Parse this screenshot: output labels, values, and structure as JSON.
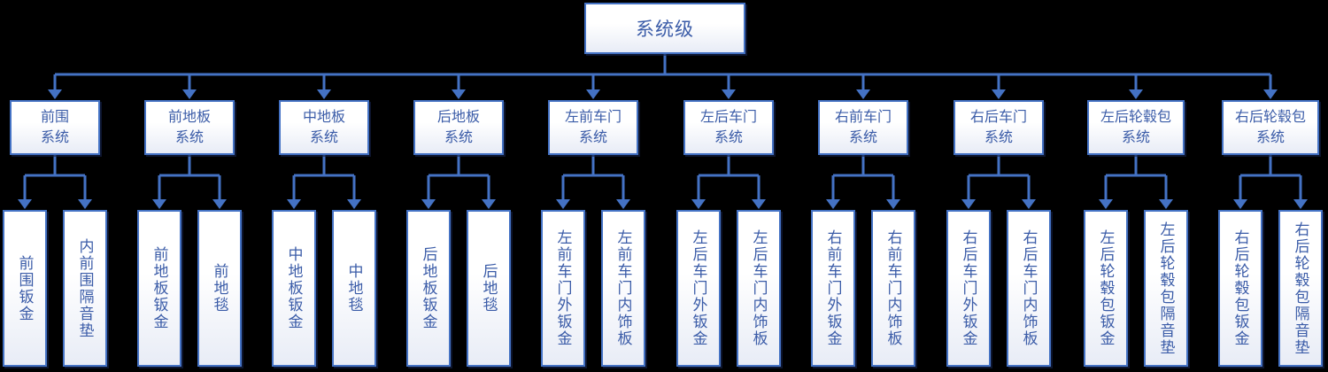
{
  "root": {
    "label": "系统级"
  },
  "branches": [
    {
      "label": "前围\n系统",
      "children": [
        "前围钣金",
        "内前围隔音垫"
      ]
    },
    {
      "label": "前地板\n系统",
      "children": [
        "前地板钣金",
        "前地毯"
      ]
    },
    {
      "label": "中地板\n系统",
      "children": [
        "中地板钣金",
        "中地毯"
      ]
    },
    {
      "label": "后地板\n系统",
      "children": [
        "后地板钣金",
        "后地毯"
      ]
    },
    {
      "label": "左前车门\n系统",
      "children": [
        "左前车门外钣金",
        "左前车门内饰板"
      ]
    },
    {
      "label": "左后车门\n系统",
      "children": [
        "左后车门外钣金",
        "左后车门内饰板"
      ]
    },
    {
      "label": "右前车门\n系统",
      "children": [
        "右前车门外钣金",
        "右前车门内饰板"
      ]
    },
    {
      "label": "右后车门\n系统",
      "children": [
        "右后车门外钣金",
        "右后车门内饰板"
      ]
    },
    {
      "label": "左后轮毂包\n系统",
      "children": [
        "左后轮毂包钣金",
        "左后轮毂包隔音垫"
      ]
    },
    {
      "label": "右后轮毂包\n系统",
      "children": [
        "右后轮毂包钣金",
        "右后轮毂包隔音垫"
      ]
    }
  ],
  "colors": {
    "accent": "#4472C4",
    "text": "#3B5CA8",
    "background": "#000000",
    "box_fill_top": "#FFFFFF",
    "box_fill_bottom": "#E8ECF6"
  }
}
